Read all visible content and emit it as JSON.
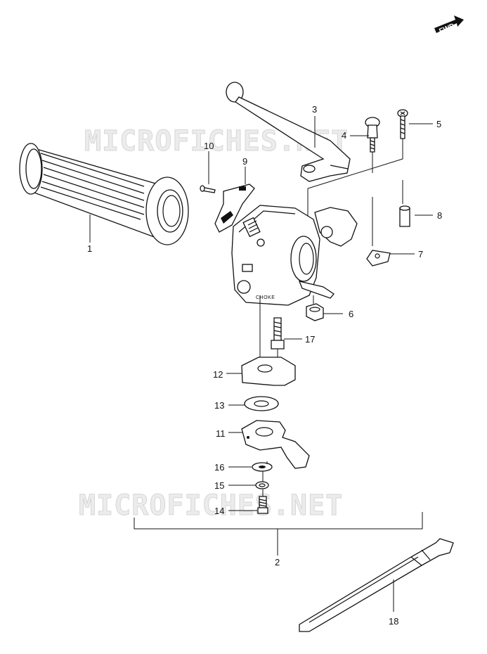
{
  "watermarks": [
    "MICROFICHES.NET",
    "MICROFICHES.NET"
  ],
  "fwd_badge": "FWD",
  "switch_label": "CHOKE",
  "callouts": {
    "c1": "1",
    "c2": "2",
    "c3": "3",
    "c4": "4",
    "c5": "5",
    "c6": "6",
    "c7": "7",
    "c8": "8",
    "c9": "9",
    "c10": "10",
    "c11": "11",
    "c12": "12",
    "c13": "13",
    "c14": "14",
    "c15": "15",
    "c16": "16",
    "c17": "17",
    "c18": "18"
  }
}
